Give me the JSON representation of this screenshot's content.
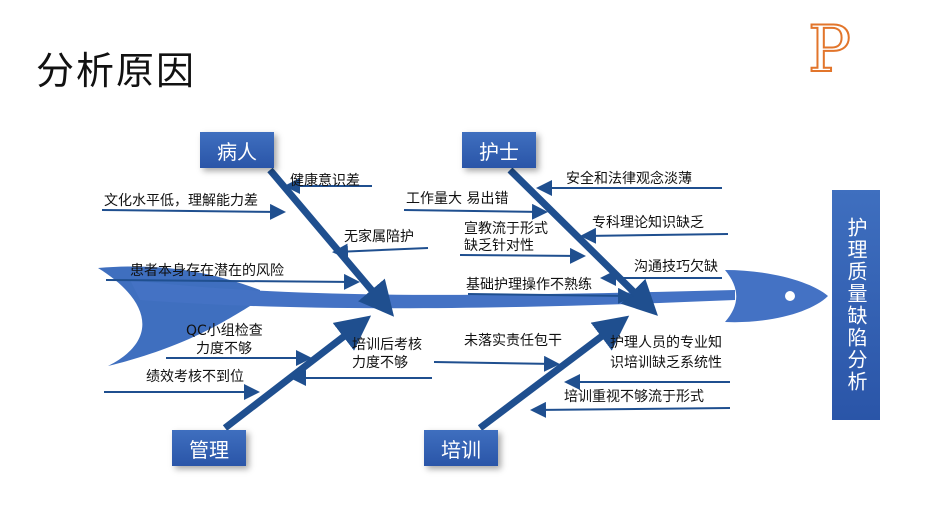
{
  "title": "分析原因",
  "logo": "P",
  "effect": "护理质量缺陷分析",
  "categories": {
    "patient": "病人",
    "nurse": "护士",
    "management": "管理",
    "training": "培训"
  },
  "causes": {
    "patient": [
      "健康意识差",
      "文化水平低，理解能力差",
      "无家属陪护",
      "患者本身存在潜在的风险"
    ],
    "nurse": [
      "安全和法律观念淡薄",
      "工作量大 易出错",
      "专科理论知识缺乏",
      "宣教流于形式",
      "缺乏针对性",
      "沟通技巧欠缺",
      "基础护理操作不熟练"
    ],
    "management": [
      "QC小组检查",
      "力度不够",
      "培训后考核",
      "力度不够",
      "绩效考核不到位"
    ],
    "training": [
      "未落实责任包干",
      "护理人员的专业知",
      "识培训缺乏系统性",
      "培训重视不够流于形式"
    ]
  },
  "colors": {
    "box": "#2a55a8",
    "bone": "#1f4f8f",
    "fish": "#4472c4",
    "logo": "#e2752b"
  }
}
